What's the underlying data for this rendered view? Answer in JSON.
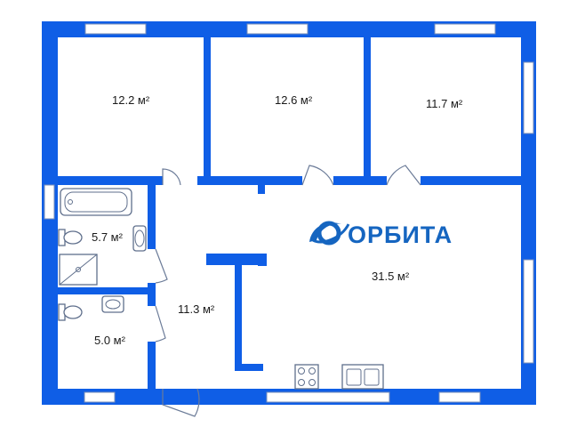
{
  "brand": {
    "name": "ОРБИТА",
    "color": "#1565c0",
    "icon": "orbit-logo-icon"
  },
  "colors": {
    "wall": "#0f5ee6",
    "background": "#ffffff"
  },
  "rooms": [
    {
      "id": "bedroom-1",
      "area": "12.2 м²"
    },
    {
      "id": "bedroom-2",
      "area": "12.6 м²"
    },
    {
      "id": "bedroom-3",
      "area": "11.7 м²"
    },
    {
      "id": "bathroom",
      "area": "5.7 м²"
    },
    {
      "id": "toilet",
      "area": "5.0 м²"
    },
    {
      "id": "hallway",
      "area": "11.3 м²"
    },
    {
      "id": "living-kitchen",
      "area": "31.5 м²"
    }
  ]
}
